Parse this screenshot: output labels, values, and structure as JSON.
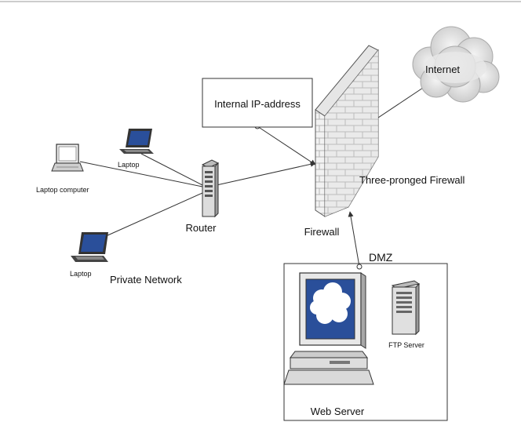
{
  "labels": {
    "internet": "Internet",
    "internal_ip": "Internal IP-address",
    "laptop_top": "Laptop",
    "laptop_computer": "Laptop computer",
    "laptop_bottom": "Laptop",
    "router": "Router",
    "private_network": "Private Network",
    "firewall": "Firewall",
    "three_pronged": "Three-pronged Firewall",
    "dmz": "DMZ",
    "ftp_server": "FTP Server",
    "web_server": "Web Server"
  },
  "colors": {
    "monitor_screen": "#2a4f9a",
    "device_body": "#d8d8d8",
    "line": "#333333"
  }
}
